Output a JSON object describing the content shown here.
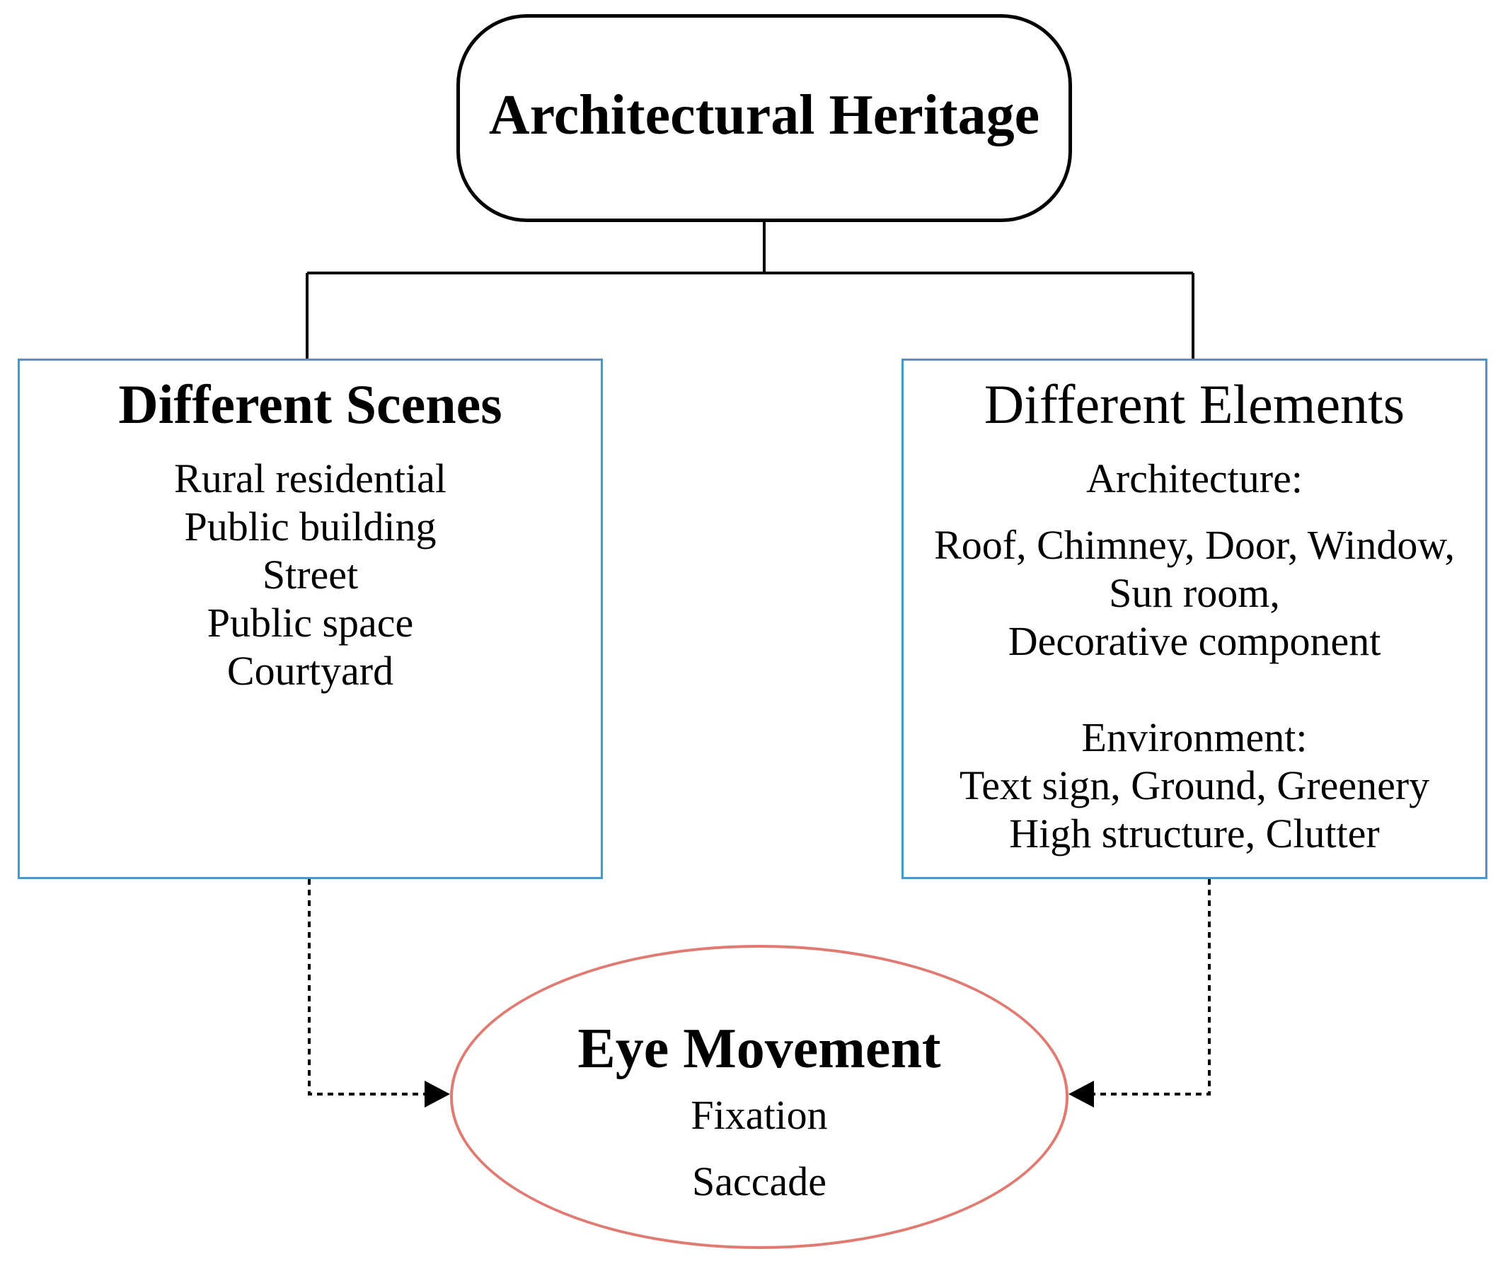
{
  "root": {
    "title": "Architectural Heritage"
  },
  "scenes": {
    "title": "Different Scenes",
    "items": [
      "Rural residential",
      "Public building",
      "Street",
      "Public space",
      "Courtyard"
    ]
  },
  "elements": {
    "title": "Different Elements",
    "architecture_heading": "Architecture:",
    "architecture_lines": [
      "Roof, Chimney, Door, Window,",
      "Sun room,",
      "Decorative component"
    ],
    "environment_heading": "Environment:",
    "environment_lines": [
      "Text sign, Ground, Greenery",
      "High structure, Clutter"
    ]
  },
  "eye_movement": {
    "title": "Eye Movement",
    "items": [
      "Fixation",
      "Saccade"
    ]
  },
  "colors": {
    "box_border": "#4a98c9",
    "ellipse_border": "#e07b73",
    "line": "#000000"
  }
}
